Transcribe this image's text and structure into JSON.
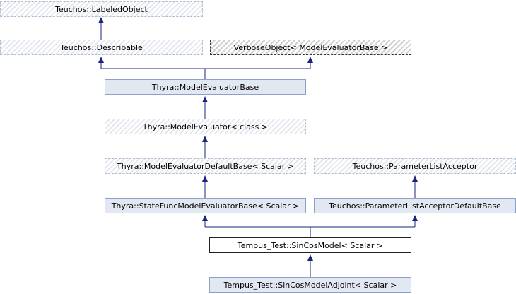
{
  "nodes": {
    "labeled_object": "Teuchos::LabeledObject",
    "describable": "Teuchos::Describable",
    "verbose_object": "VerboseObject< ModelEvaluatorBase >",
    "model_evaluator_base": "Thyra::ModelEvaluatorBase",
    "model_evaluator": "Thyra::ModelEvaluator< class >",
    "model_evaluator_default_base": "Thyra::ModelEvaluatorDefaultBase< Scalar >",
    "parameter_list_acceptor": "Teuchos::ParameterListAcceptor",
    "state_func_model_evaluator_base": "Thyra::StateFuncModelEvaluatorBase< Scalar >",
    "parameter_list_acceptor_default_base": "Teuchos::ParameterListAcceptorDefaultBase",
    "sin_cos_model": "Tempus_Test::SinCosModel< Scalar >",
    "sin_cos_model_adjoint": "Tempus_Test::SinCosModelAdjoint< Scalar >"
  },
  "colors": {
    "edge": "#1a237e",
    "node_fill": "#e2e8f2",
    "node_border": "#8ea1c8"
  }
}
